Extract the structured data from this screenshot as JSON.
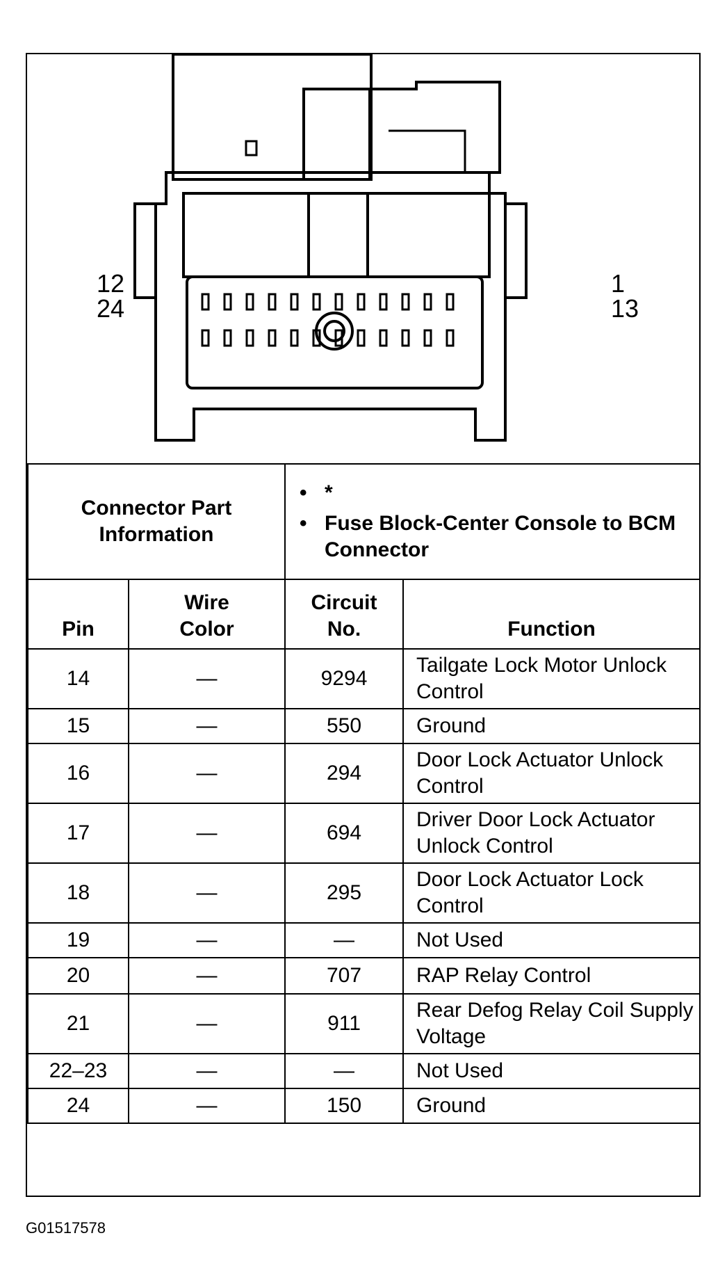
{
  "diagram": {
    "pin_labels": {
      "top_left": "12",
      "bottom_left": "24",
      "top_right": "1",
      "bottom_right": "13"
    }
  },
  "connector_info": {
    "label": "Connector Part Information",
    "items": [
      "*",
      "Fuse Block-Center Console to BCM Connector"
    ]
  },
  "table": {
    "headers": {
      "pin": "Pin",
      "wire_color": "Wire Color",
      "circuit_no": "Circuit No.",
      "function": "Function"
    },
    "rows": [
      {
        "pin": "14",
        "wire_color": "—",
        "circuit": "9294",
        "function": "Tailgate Lock Motor Unlock Control"
      },
      {
        "pin": "15",
        "wire_color": "—",
        "circuit": "550",
        "function": "Ground"
      },
      {
        "pin": "16",
        "wire_color": "—",
        "circuit": "294",
        "function": "Door Lock Actuator Unlock Control"
      },
      {
        "pin": "17",
        "wire_color": "—",
        "circuit": "694",
        "function": "Driver Door Lock Actuator Unlock Control"
      },
      {
        "pin": "18",
        "wire_color": "—",
        "circuit": "295",
        "function": "Door Lock Actuator Lock Control"
      },
      {
        "pin": "19",
        "wire_color": "—",
        "circuit": "—",
        "function": "Not Used"
      },
      {
        "pin": "20",
        "wire_color": "—",
        "circuit": "707",
        "function": "RAP Relay Control"
      },
      {
        "pin": "21",
        "wire_color": "—",
        "circuit": "911",
        "function": "Rear Defog Relay Coil Supply Voltage"
      },
      {
        "pin": "22–23",
        "wire_color": "—",
        "circuit": "—",
        "function": "Not Used"
      },
      {
        "pin": "24",
        "wire_color": "—",
        "circuit": "150",
        "function": "Ground"
      }
    ]
  },
  "figure_id": "G01517578"
}
